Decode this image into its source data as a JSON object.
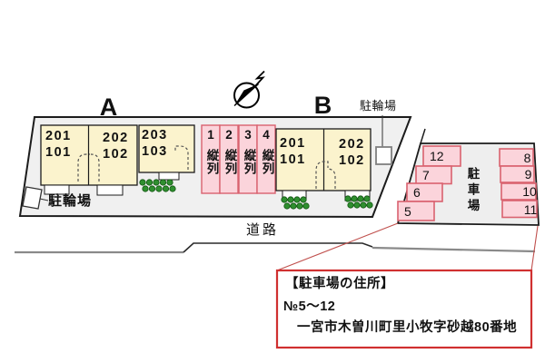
{
  "site": {
    "compass": "north-arrow",
    "building_a": {
      "label": "A",
      "units": [
        {
          "upper": "201",
          "lower": "101"
        },
        {
          "upper": "202",
          "lower": "102"
        },
        {
          "upper": "203",
          "lower": "103"
        }
      ]
    },
    "building_b": {
      "label": "B",
      "units": [
        {
          "upper": "201",
          "lower": "101"
        },
        {
          "upper": "202",
          "lower": "102"
        }
      ]
    },
    "tandem_columns": [
      {
        "number": "1",
        "label": "縦列"
      },
      {
        "number": "2",
        "label": "縦列"
      },
      {
        "number": "3",
        "label": "縦列"
      },
      {
        "number": "4",
        "label": "縦列"
      }
    ],
    "bike_parking_left": "駐輪場",
    "bike_parking_right": "駐輪場",
    "road_label": "道路"
  },
  "parking_lot": {
    "label": "駐車場",
    "left_spaces": [
      "12",
      "7",
      "6",
      "5"
    ],
    "right_spaces": [
      "8",
      "9",
      "10",
      "11"
    ]
  },
  "address_note": {
    "title": "【駐車場の住所】",
    "numbers": "№5～12",
    "address": "一宮市木曽川町里小牧字砂越80番地"
  },
  "colors": {
    "building_fill": "#fbf3cd",
    "space_fill": "#fbd4db",
    "space_border": "#d9626f",
    "site_fill": "#f0f0f0",
    "note_border": "#d03030",
    "bush_green": "#2f8f2f",
    "leader_red": "#c0504d"
  }
}
